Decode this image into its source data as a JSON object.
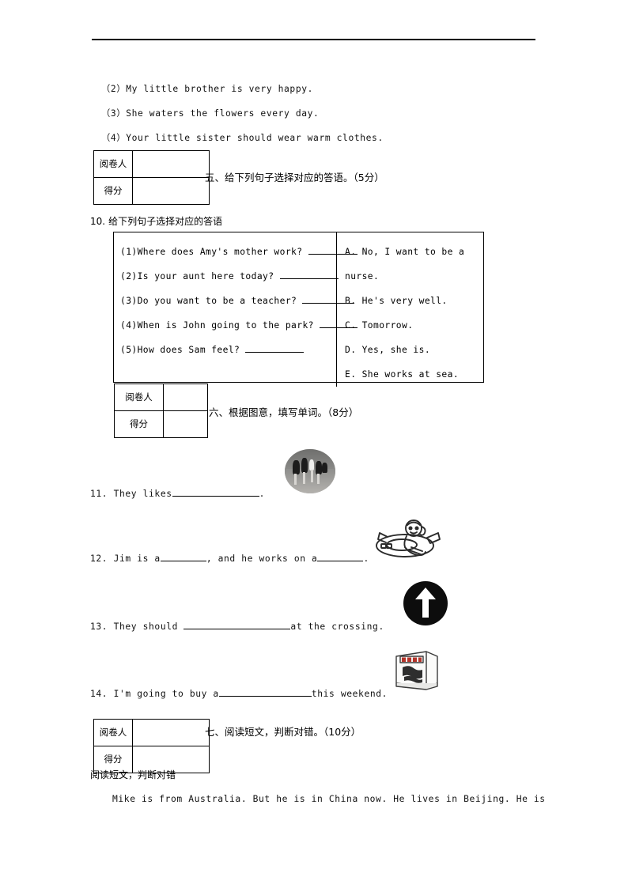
{
  "document": {
    "type": "exam-paper",
    "language": "en-zh"
  },
  "top_sentences": [
    "（2）My little brother is very happy.",
    "（3）She waters the flowers every day.",
    "（4）Your little sister should wear warm clothes."
  ],
  "grade_boxes": [
    {
      "reviewer_label": "阅卷人",
      "score_label": "得分",
      "reviewer_value": "",
      "score_value": ""
    },
    {
      "reviewer_label": "阅卷人",
      "score_label": "得分",
      "reviewer_value": "",
      "score_value": ""
    },
    {
      "reviewer_label": "阅卷人",
      "score_label": "得分",
      "reviewer_value": "",
      "score_value": ""
    }
  ],
  "sections": [
    {
      "number": "五",
      "heading": "五、给下列句子选择对应的答语。（5分）",
      "points": "5分"
    },
    {
      "number": "六",
      "heading": "六、根据图意，填写单词。（8分）",
      "points": "8分"
    },
    {
      "number": "七",
      "heading": "七、阅读短文，判断对错。（10分）",
      "points": "10分"
    }
  ],
  "question_10": {
    "number": "10.",
    "prompt": "给下列句子选择对应的答语",
    "left_items": [
      "(1)Where does Amy's mother work?",
      "(2)Is your aunt here today?",
      "(3)Do you want to be a teacher?",
      "(4)When is John going to the park?",
      "(5)How does Sam feel?"
    ],
    "left_blank_widths": [
      62,
      74,
      66,
      48,
      74
    ],
    "right_items": [
      "A. No, I want to be a",
      "nurse.",
      "B. He's very well.",
      "C. Tomorrow.",
      "D. Yes, she is.",
      "E. She works at sea."
    ]
  },
  "picture_questions": [
    {
      "number": "11.",
      "text_before": "11. They likes",
      "blank_width": 110,
      "text_after": ".",
      "image_name": "people-photo-oval"
    },
    {
      "number": "12.",
      "text_before": "12. Jim is a",
      "blank_width": 58,
      "text_middle": ", and he works on a",
      "blank_width_2": 58,
      "text_after": ".",
      "image_name": "pilot-airplane-drawing"
    },
    {
      "number": "13.",
      "text_before": "13. They should ",
      "blank_width": 135,
      "text_after": "at the crossing.",
      "image_name": "go-straight-arrow-sign"
    },
    {
      "number": "14.",
      "text_before": "14. I'm going to buy a",
      "blank_width": 117,
      "text_after": "this weekend.",
      "image_name": "book-magazine-drawing"
    }
  ],
  "reading": {
    "prompt": "阅读短文，判断对错",
    "paragraph": "Mike is from Australia. But he is in China now. He lives in Beijing. He is"
  },
  "colors": {
    "ink": "#000000",
    "page": "#ffffff",
    "sign_black": "#0d0d0d",
    "sign_white": "#ffffff",
    "book_red": "#c0392b"
  }
}
